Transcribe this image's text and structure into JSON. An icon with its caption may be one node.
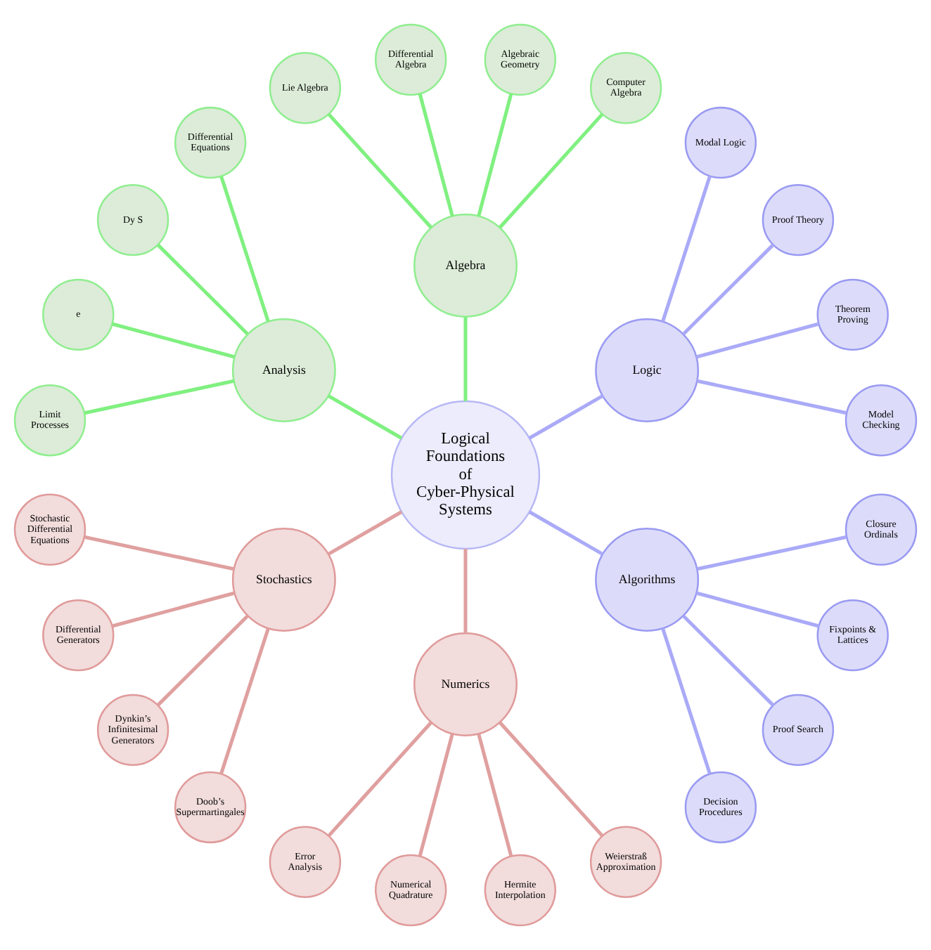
{
  "diagram": {
    "nodes": [
      {
        "text": [
          "Logical Foundations of Cyber-Physical Systems"
        ]
      },
      {
        "text": [
          "Logic"
        ]
      },
      {
        "text": [
          "Model Checking"
        ]
      },
      {
        "text": [
          "Theorem Proving"
        ]
      },
      {
        "text": [
          "Proof Theory"
        ]
      },
      {
        "text": [
          "Modal Logic"
        ]
      },
      {
        "text": [
          "Algebra"
        ]
      },
      {
        "text": [
          "Computer Algebra"
        ]
      },
      {
        "text": [
          "Algebraic Geometry"
        ]
      },
      {
        "text": [
          "Differential Algebra"
        ]
      },
      {
        "text": [
          "Lie Algebra"
        ]
      },
      {
        "text": [
          "Analysis"
        ]
      },
      {
        "text": [
          "Differential Equations"
        ]
      },
      {
        "text": [
          "Dy S"
        ]
      },
      {
        "text": [
          "e"
        ]
      },
      {
        "text": [
          "Limit Processes"
        ]
      },
      {
        "text": [
          "Stochastics"
        ]
      },
      {
        "text": [
          "Stochastic Differential Equations"
        ]
      },
      {
        "text": [
          "Differential Generators"
        ]
      },
      {
        "text": [
          "Dynkin’s Infinitesimal Generators"
        ]
      },
      {
        "text": [
          "Doob’s Supermartingales"
        ]
      },
      {
        "text": [
          "Numerics"
        ]
      },
      {
        "text": [
          "Error Analysis"
        ]
      },
      {
        "text": [
          "Numerical Quadrature"
        ]
      },
      {
        "text": [
          "Hermite Interpolation"
        ]
      },
      {
        "text": [
          "Weierstraß Approximation"
        ]
      },
      {
        "text": [
          "Algorithms"
        ]
      },
      {
        "text": [
          "Decision Procedures"
        ]
      },
      {
        "text": [
          "Proof Search"
        ]
      },
      {
        "text": [
          "Fixpoints & Lattices"
        ]
      },
      {
        "text": [
          "Closure Ordinals"
        ]
      }
    ],
    "edges": [
      {
        "from": 0,
        "to": 1,
        "arrow": "none",
        "color": "#aaaaf8"
      },
      {
        "from": 1,
        "to": 2,
        "arrow": "none",
        "color": "#aaaaf8"
      },
      {
        "from": 1,
        "to": 3,
        "arrow": "none",
        "color": "#aaaaf8"
      },
      {
        "from": 1,
        "to": 4,
        "arrow": "none",
        "color": "#aaaaf8"
      },
      {
        "from": 1,
        "to": 5,
        "arrow": "none",
        "color": "#aaaaf8"
      },
      {
        "from": 0,
        "to": 6,
        "arrow": "none",
        "color": "#80f080"
      },
      {
        "from": 6,
        "to": 7,
        "arrow": "none",
        "color": "#80f080"
      },
      {
        "from": 6,
        "to": 8,
        "arrow": "none",
        "color": "#80f080"
      },
      {
        "from": 6,
        "to": 9,
        "arrow": "none",
        "color": "#80f080"
      },
      {
        "from": 6,
        "to": 10,
        "arrow": "none",
        "color": "#80f080"
      },
      {
        "from": 0,
        "to": 11,
        "arrow": "none",
        "color": "#80f080"
      },
      {
        "from": 11,
        "to": 12,
        "arrow": "none",
        "color": "#80f080"
      },
      {
        "from": 11,
        "to": 13,
        "arrow": "none",
        "color": "#80f080"
      },
      {
        "from": 11,
        "to": 14,
        "arrow": "none",
        "color": "#80f080"
      },
      {
        "from": 11,
        "to": 15,
        "arrow": "none",
        "color": "#80f080"
      },
      {
        "from": 0,
        "to": 16,
        "arrow": "none",
        "color": "#e0a0a0"
      },
      {
        "from": 16,
        "to": 17,
        "arrow": "none",
        "color": "#e0a0a0"
      },
      {
        "from": 16,
        "to": 18,
        "arrow": "none",
        "color": "#e0a0a0"
      },
      {
        "from": 16,
        "to": 19,
        "arrow": "none",
        "color": "#e0a0a0"
      },
      {
        "from": 16,
        "to": 20,
        "arrow": "none",
        "color": "#e0a0a0"
      },
      {
        "from": 0,
        "to": 21,
        "arrow": "none",
        "color": "#e0a0a0"
      },
      {
        "from": 21,
        "to": 22,
        "arrow": "none",
        "color": "#e0a0a0"
      },
      {
        "from": 21,
        "to": 23,
        "arrow": "none",
        "color": "#e0a0a0"
      },
      {
        "from": 21,
        "to": 24,
        "arrow": "none",
        "color": "#e0a0a0"
      },
      {
        "from": 21,
        "to": 25,
        "arrow": "none",
        "color": "#e0a0a0"
      },
      {
        "from": 0,
        "to": 26,
        "arrow": "none",
        "color": "#aaaaf8"
      },
      {
        "from": 26,
        "to": 27,
        "arrow": "none",
        "color": "#aaaaf8"
      },
      {
        "from": 26,
        "to": 28,
        "arrow": "none",
        "color": "#aaaaf8"
      },
      {
        "from": 26,
        "to": 29,
        "arrow": "none",
        "color": "#aaaaf8"
      },
      {
        "from": 26,
        "to": 30,
        "arrow": "none",
        "color": "#aaaaf8"
      }
    ]
  }
}
